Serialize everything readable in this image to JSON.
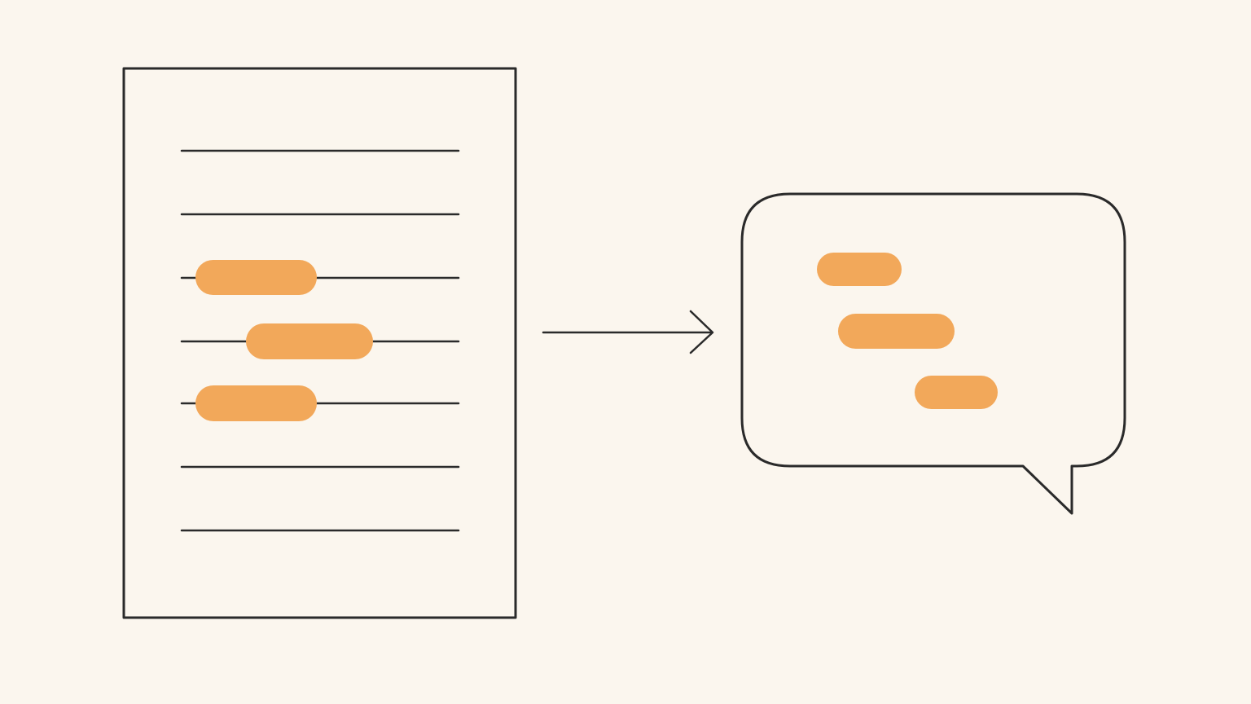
{
  "colors": {
    "background": "#FBF6EE",
    "ink": "#2A2A2A",
    "highlight": "#F2A85A"
  },
  "icons": {
    "source": "document-icon",
    "flow": "arrow-right-icon",
    "target": "speech-bubble-icon"
  },
  "document": {
    "line_count": 7,
    "highlighted_lines": 3
  },
  "bubble": {
    "highlight_count": 3
  }
}
